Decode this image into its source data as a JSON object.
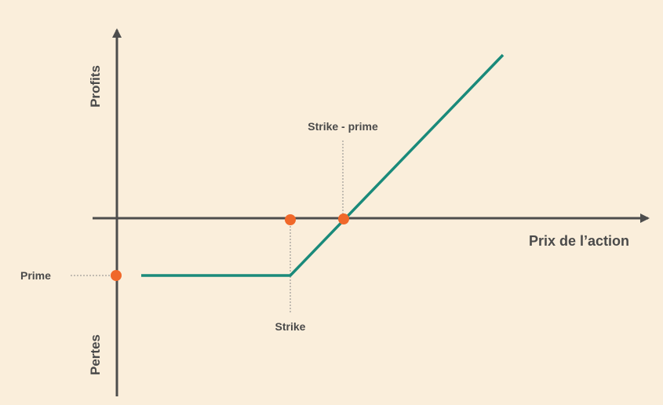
{
  "chart_data": {
    "type": "line",
    "title": "",
    "xlabel": "Prix de l’action",
    "ylabel_top": "Profits",
    "ylabel_bottom": "Pertes",
    "annotations": {
      "prime": "Prime",
      "strike": "Strike",
      "strike_minus_prime": "Strike - prime"
    },
    "colors": {
      "background": "#faeedb",
      "axis": "#4d4d4d",
      "payoff_line": "#1a8a7a",
      "marker": "#f0682a",
      "guide": "#8a8a8a",
      "text": "#4a4a4a"
    }
  }
}
